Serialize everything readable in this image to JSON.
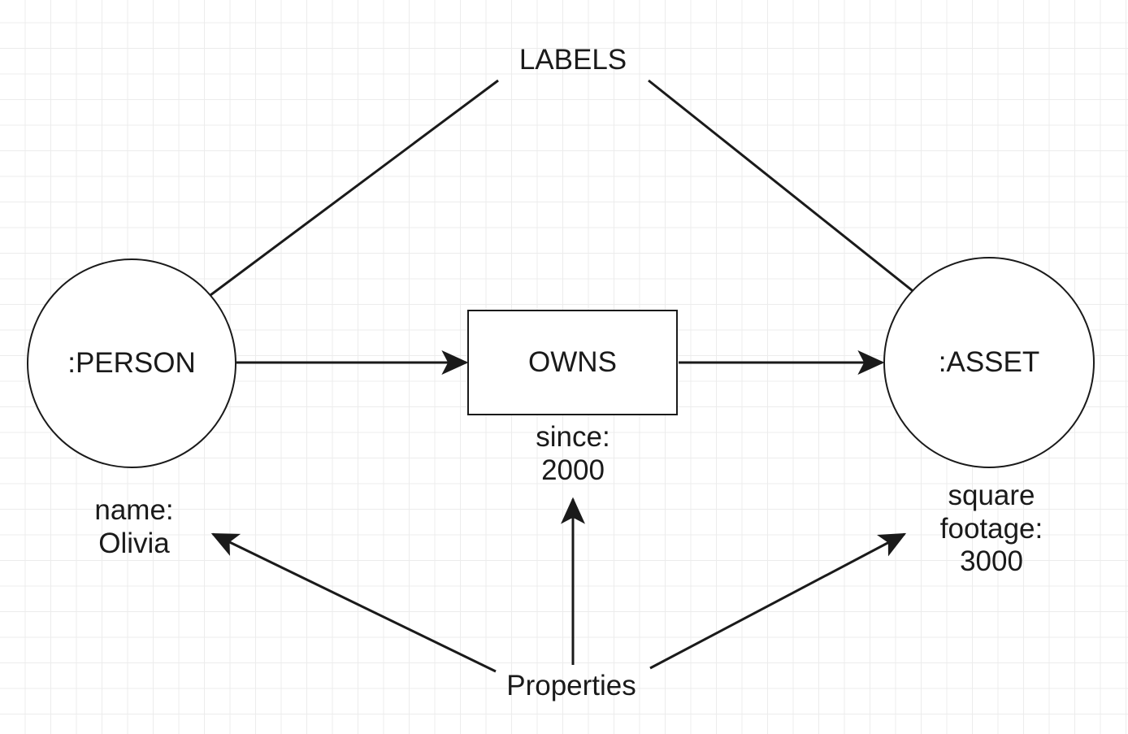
{
  "diagram": {
    "title_label": "LABELS",
    "properties_label": "Properties",
    "stroke_color": "#1a1a1a",
    "fill_color": "#ffffff",
    "background_color": "#ffffff",
    "grid_minor_color": "#ececec",
    "grid_major_color": "#dcdcdc",
    "nodes": [
      {
        "id": "person",
        "shape": "circle",
        "label": ":PERSON"
      },
      {
        "id": "owns",
        "shape": "rectangle",
        "label": "OWNS"
      },
      {
        "id": "asset",
        "shape": "circle",
        "label": ":ASSET"
      }
    ],
    "property_labels": [
      {
        "id": "person-props",
        "text": "name:\nOlivia"
      },
      {
        "id": "owns-props",
        "text": "since:\n2000"
      },
      {
        "id": "asset-props",
        "text": "square\nfootage:\n3000"
      }
    ],
    "annotations": [
      {
        "id": "labels-annotation",
        "text": "LABELS"
      },
      {
        "id": "properties-annotation",
        "text": "Properties"
      }
    ],
    "edges": [
      {
        "id": "person-to-owns",
        "from": ":PERSON",
        "to": "OWNS",
        "arrow": "classic"
      },
      {
        "id": "owns-to-asset",
        "from": "OWNS",
        "to": ":ASSET",
        "arrow": "classic"
      },
      {
        "id": "labels-to-person",
        "from": "LABELS",
        "to": ":PERSON",
        "arrow": "classic"
      },
      {
        "id": "labels-to-asset",
        "from": "LABELS",
        "to": ":ASSET",
        "arrow": "classic"
      },
      {
        "id": "properties-to-name",
        "from": "Properties",
        "to": "name: Olivia",
        "arrow": "classic"
      },
      {
        "id": "properties-to-since",
        "from": "Properties",
        "to": "since: 2000",
        "arrow": "classic"
      },
      {
        "id": "properties-to-footage",
        "from": "Properties",
        "to": "square footage: 3000",
        "arrow": "classic"
      }
    ]
  }
}
